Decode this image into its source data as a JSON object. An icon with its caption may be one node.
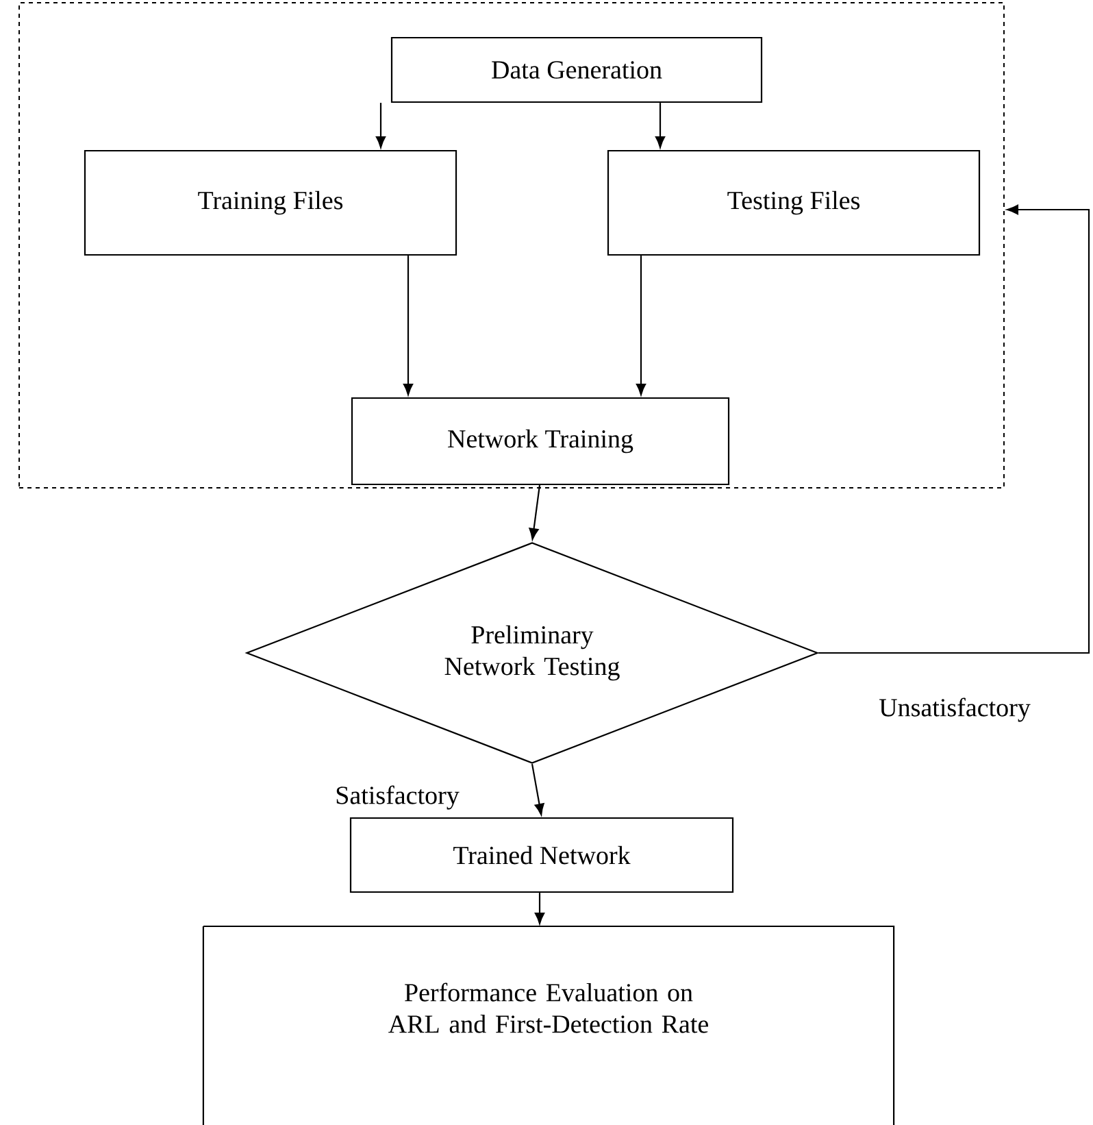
{
  "diagram": {
    "nodes": [
      {
        "text": [],
        "shape": "box"
      },
      {
        "text": [
          "Data Generation"
        ],
        "in": 0
      },
      {
        "text": [
          "Training Files"
        ],
        "in": 0
      },
      {
        "text": [
          "Testing Files"
        ],
        "in": 0
      },
      {
        "text": [
          "Network Training"
        ],
        "in": 0
      },
      {
        "text": [
          "Preliminary Network Testing"
        ]
      },
      {
        "text": [
          "Trained Network"
        ]
      },
      {
        "text": [
          "Performance Evaluation on ARL and First-Detection Rate"
        ]
      }
    ],
    "edges": [
      {
        "from": 1,
        "to": 2,
        "arrow": "to"
      },
      {
        "from": 1,
        "to": 3,
        "arrow": "to"
      },
      {
        "from": 2,
        "to": 4,
        "arrow": "to"
      },
      {
        "from": 3,
        "to": 4,
        "arrow": "to"
      },
      {
        "from": 4,
        "to": 5,
        "arrow": "to"
      },
      {
        "from": 5,
        "to": 6,
        "arrow": "to",
        "label": "Satisfactory"
      },
      {
        "from": 6,
        "to": 7,
        "arrow": "to"
      },
      {
        "from": 5,
        "to": 0,
        "arrow": "to",
        "label": "Unsatisfactory"
      }
    ]
  }
}
